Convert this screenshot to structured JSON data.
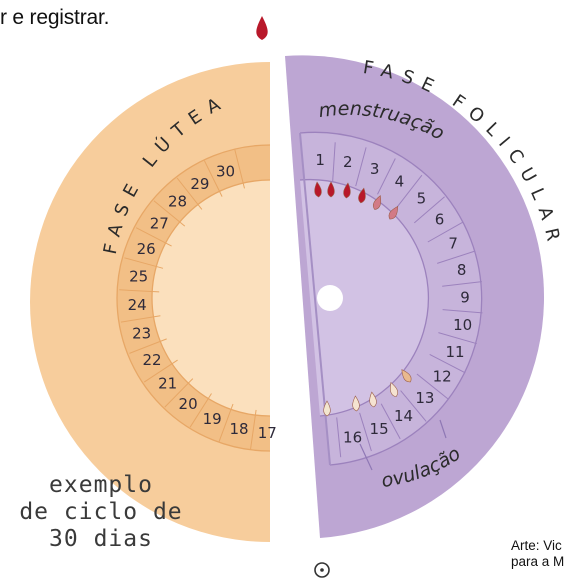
{
  "top_text": "r e registrar.",
  "phases": {
    "luteal": "FASE LÚTEA",
    "follicular": "FASE FOLICULAR"
  },
  "sub_labels": {
    "menstruation": "menstruação",
    "ovulation": "ovulação"
  },
  "days": [
    "1",
    "2",
    "3",
    "4",
    "5",
    "6",
    "7",
    "8",
    "9",
    "10",
    "11",
    "12",
    "13",
    "14",
    "15",
    "16",
    "17",
    "18",
    "19",
    "20",
    "21",
    "22",
    "23",
    "24",
    "25",
    "26",
    "27",
    "28",
    "29",
    "30"
  ],
  "caption": [
    "exemplo",
    "de ciclo de",
    "30 dias"
  ],
  "credit": [
    "Arte: Vic",
    "para a M"
  ],
  "colors": {
    "luteal_outer": "#f7cd9c",
    "luteal_inner": "#fbe0bd",
    "follicular_outer": "#bda6d3",
    "follicular_inner": "#d2c2e4",
    "blood": "#b8182a",
    "blood_light": "#d27a86",
    "ovulation_drop": "#e9b98e"
  },
  "icons": [
    "blood-drop-icon",
    "center-hole",
    "pointer-circle-icon"
  ]
}
